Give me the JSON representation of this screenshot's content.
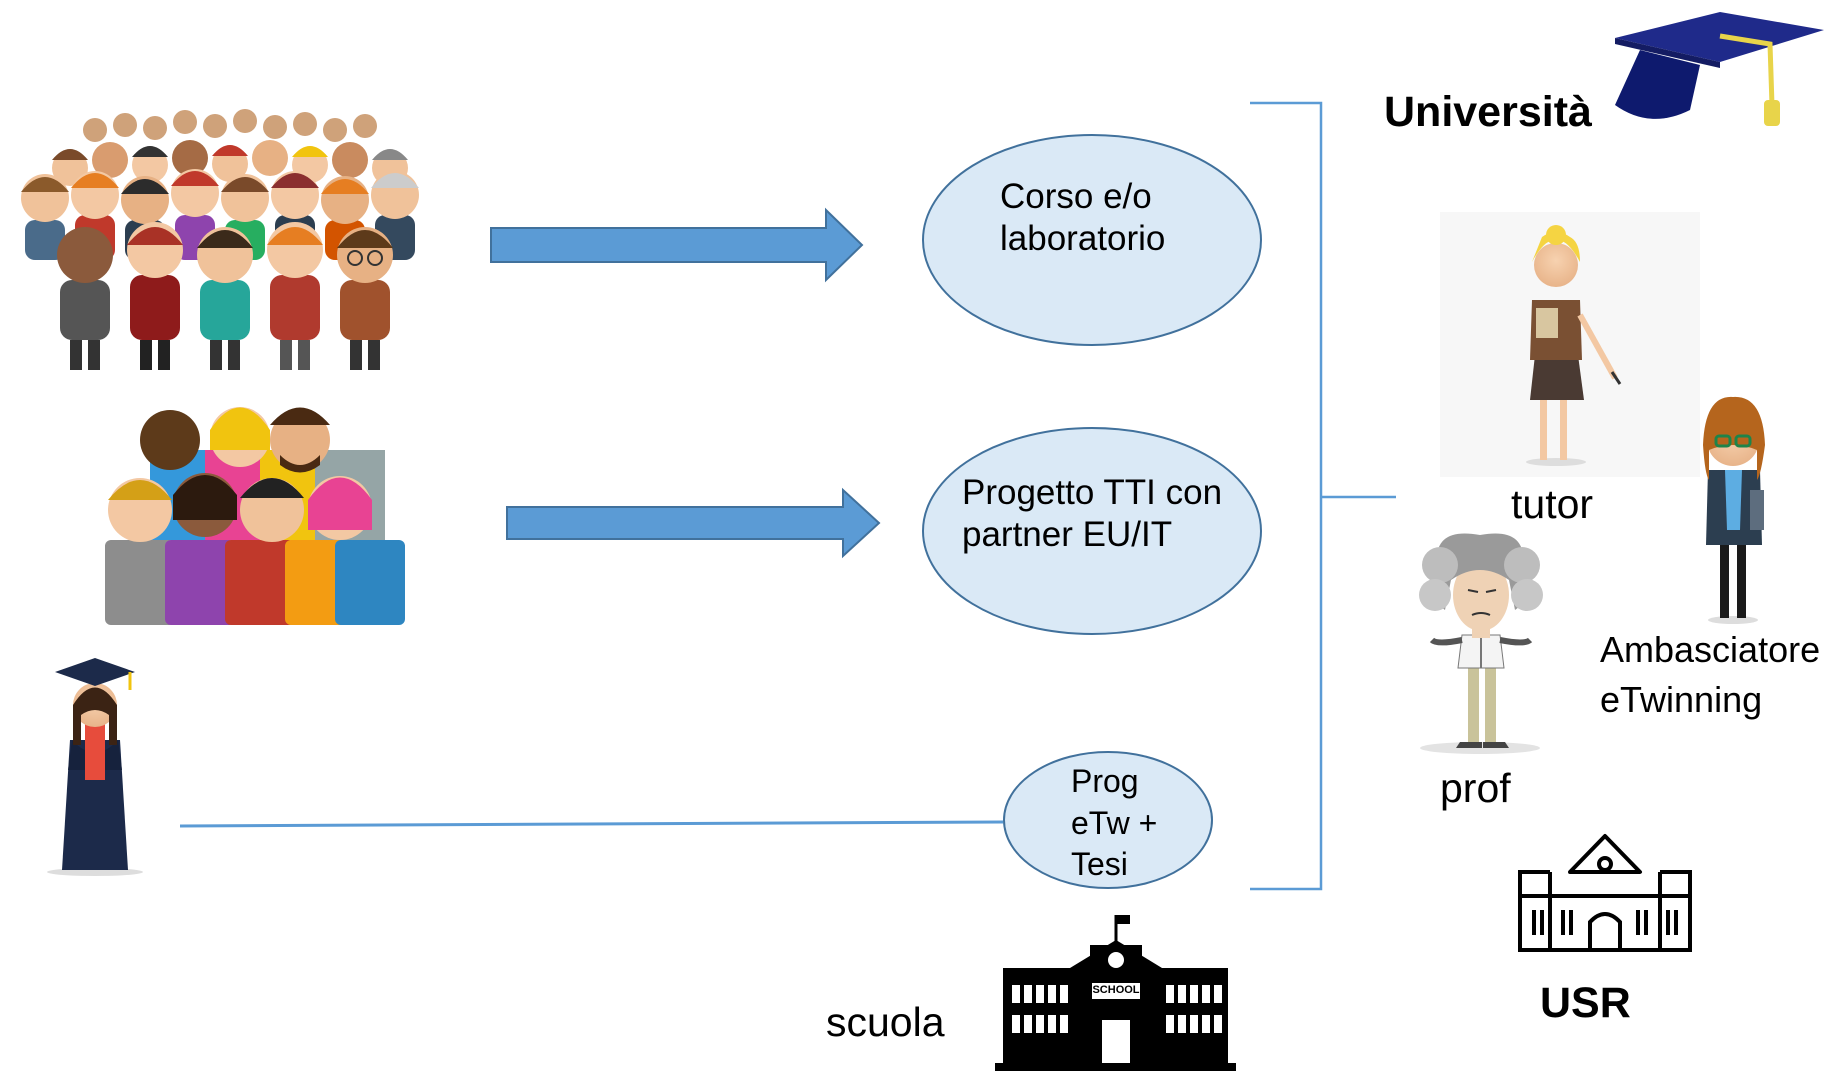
{
  "ellipses": {
    "course": {
      "line1": "Corso e/o",
      "line2": "laboratorio"
    },
    "project": {
      "line1": "Progetto TTI con",
      "line2": "partner EU/IT"
    },
    "etwinning": {
      "line1": "Prog",
      "line2": "eTw +",
      "line3": "Tesi"
    }
  },
  "labels": {
    "university": "Università",
    "tutor": "tutor",
    "prof": "prof",
    "ambassador_line1": "Ambasciatore",
    "ambassador_line2": "eTwinning",
    "school": "scuola",
    "usr": "USR",
    "school_sign": "SCHOOL"
  },
  "colors": {
    "arrow": "#5b9bd5",
    "arrow_border": "#41719c",
    "ellipse_fill": "#dae9f6",
    "ellipse_border": "#41719c",
    "bracket": "#5b9bd5",
    "mortarboard": "#1f2a8a",
    "tassel": "#e8d44a"
  },
  "icons": {
    "crowd_large": "people-crowd-icon",
    "group_small": "student-group-icon",
    "graduate": "graduate-student-icon",
    "mortarboard": "graduation-cap-icon",
    "tutor": "female-teacher-icon",
    "ambassador": "woman-with-glasses-icon",
    "prof": "old-professor-icon",
    "usr": "institution-building-icon",
    "school": "school-building-icon"
  }
}
